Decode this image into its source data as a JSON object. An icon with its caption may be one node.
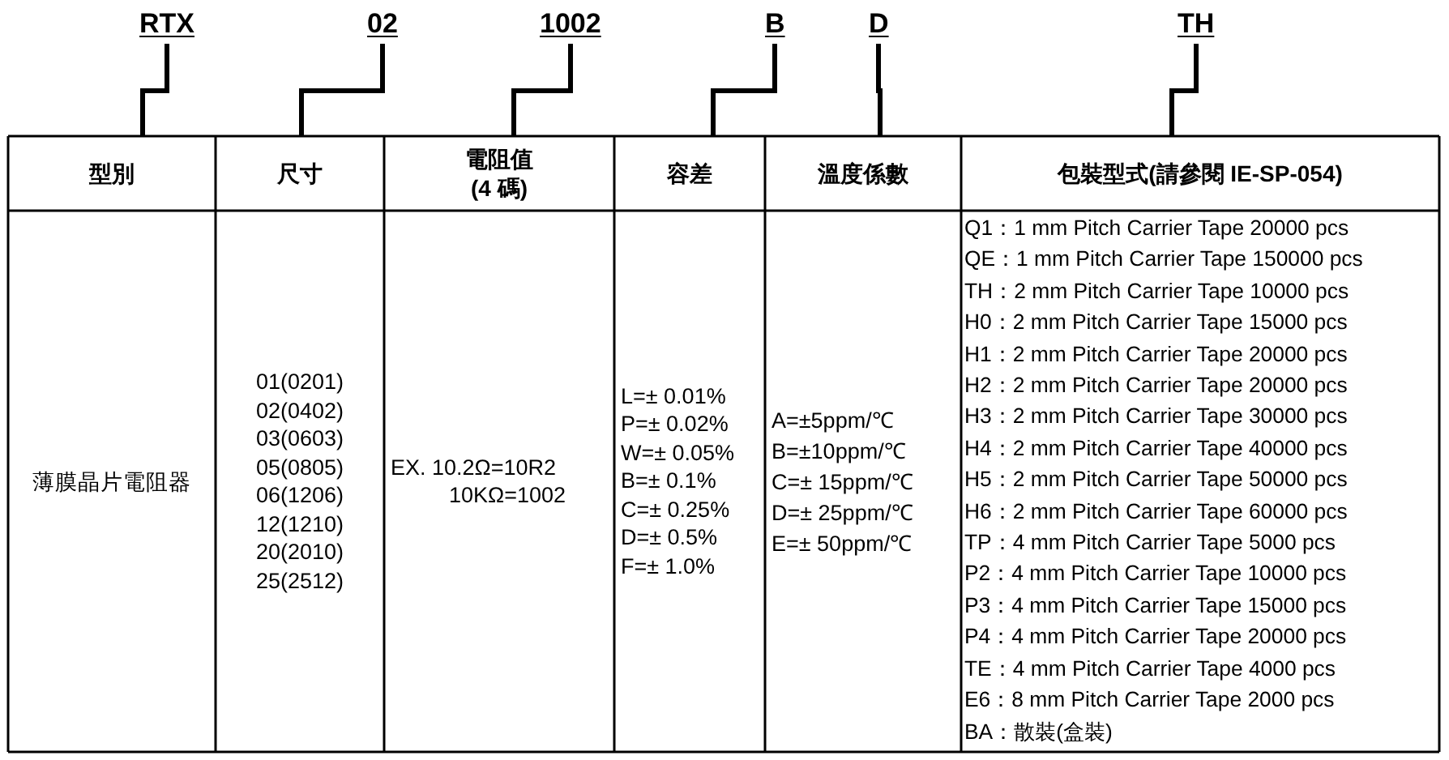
{
  "diagram": {
    "nodes": [
      {
        "text": [
          "RTX"
        ]
      },
      {
        "text": [
          "02"
        ]
      },
      {
        "text": [
          "1002"
        ]
      },
      {
        "text": [
          "B"
        ]
      },
      {
        "text": [
          "D"
        ]
      },
      {
        "text": [
          "TH"
        ]
      },
      {
        "text": [
          "型別"
        ]
      },
      {
        "text": [
          "尺寸"
        ]
      },
      {
        "text": [
          "電阻值 (4 碼)"
        ]
      },
      {
        "text": [
          "容差"
        ]
      },
      {
        "text": [
          "溫度係數"
        ]
      },
      {
        "text": [
          "包裝型式(請參閱 IE-SP-054)"
        ]
      }
    ],
    "edges": [
      {
        "from": 0,
        "to": 6,
        "arrow": "none"
      },
      {
        "from": 1,
        "to": 7,
        "arrow": "none"
      },
      {
        "from": 2,
        "to": 8,
        "arrow": "none"
      },
      {
        "from": 3,
        "to": 9,
        "arrow": "none"
      },
      {
        "from": 4,
        "to": 10,
        "arrow": "none"
      },
      {
        "from": 5,
        "to": 11,
        "arrow": "none"
      }
    ],
    "labels": [
      "薄膜晶片電阻器",
      "01(0201)",
      "02(0402)",
      "03(0603)",
      "05(0805)",
      "06(1206)",
      "12(1210)",
      "20(2010)",
      "25(2512)",
      "EX. 10.2Ω=10R2",
      "10KΩ=1002",
      "L=± 0.01%",
      "P=± 0.02%",
      "W=± 0.05%",
      "B=± 0.1%",
      "C=± 0.25%",
      "D=± 0.5%",
      "F=± 1.0%",
      "A=±5ppm/℃",
      "B=±10ppm/℃",
      "C=± 15ppm/℃",
      "D=± 25ppm/℃",
      "E=± 50ppm/℃",
      "Q1：1 mm Pitch Carrier Tape 20000 pcs",
      "QE：1 mm Pitch Carrier Tape 150000 pcs",
      "TH：2 mm Pitch Carrier Tape 10000 pcs",
      "H0：2 mm Pitch Carrier Tape 15000 pcs",
      "H1：2 mm Pitch Carrier Tape 20000 pcs",
      "H2：2 mm Pitch Carrier Tape 20000 pcs",
      "H3：2 mm Pitch Carrier Tape 30000 pcs",
      "H4：2 mm Pitch Carrier Tape 40000 pcs",
      "H5：2 mm Pitch Carrier Tape 50000 pcs",
      "H6：2 mm Pitch Carrier Tape 60000 pcs",
      "TP：4 mm Pitch Carrier Tape 5000 pcs",
      "P2：4 mm Pitch Carrier Tape 10000 pcs",
      "P3：4 mm Pitch Carrier Tape 15000 pcs",
      "P4：4 mm Pitch Carrier Tape 20000 pcs",
      "TE：4 mm Pitch Carrier Tape 4000 pcs",
      "E6：8 mm Pitch Carrier Tape 2000 pcs",
      "BA：散裝(盒裝)"
    ]
  }
}
